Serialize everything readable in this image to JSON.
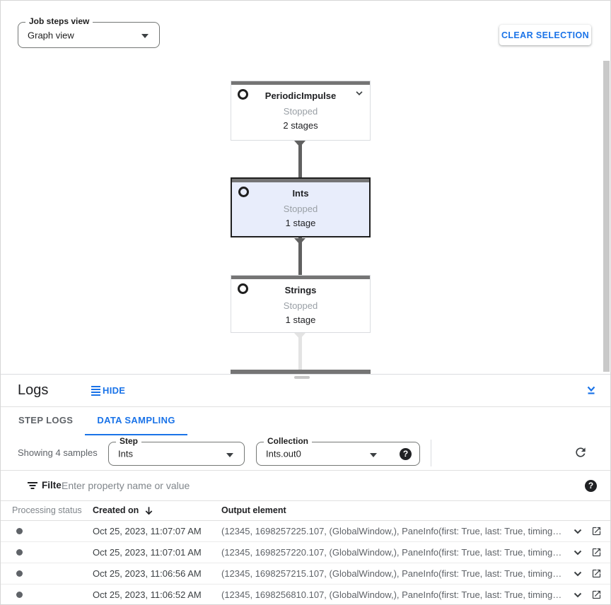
{
  "colors": {
    "accent_blue": "#1a73e8",
    "node_topbar_gray": "#757575",
    "node_selected_bg": "#e8edfb",
    "edge_dark": "#616161",
    "edge_light": "#e3e3e3",
    "status_dot_gray": "#5f6368"
  },
  "icons": {
    "dropdown-arrow": "▾",
    "transform-ring": "◎",
    "node-expand-chevron": "⌄",
    "hide-lines": "≡",
    "collapse-panel": "⌄_",
    "help": "?",
    "refresh": "⟳",
    "filter": "≡",
    "sort-descending": "↓",
    "row-expand-chevron": "⌄",
    "open-in-new": "↗",
    "status-dot": "●"
  },
  "toolbar": {
    "job_steps_view": {
      "label": "Job steps view",
      "value": "Graph view"
    },
    "clear_selection_label": "CLEAR SELECTION"
  },
  "graph": {
    "nodes": [
      {
        "title": "PeriodicImpulse",
        "status": "Stopped",
        "stages": "2 stages",
        "selected": false,
        "expand_icon": true
      },
      {
        "title": "Ints",
        "status": "Stopped",
        "stages": "1 stage",
        "selected": true,
        "expand_icon": false
      },
      {
        "title": "Strings",
        "status": "Stopped",
        "stages": "1 stage",
        "selected": false,
        "expand_icon": false
      }
    ]
  },
  "logs": {
    "title": "Logs",
    "hide_label": "HIDE",
    "tabs": [
      {
        "label": "STEP LOGS",
        "active": false
      },
      {
        "label": "DATA SAMPLING",
        "active": true
      }
    ],
    "summary": "Showing 4 samples",
    "step_select": {
      "label": "Step",
      "value": "Ints"
    },
    "collection_select": {
      "label": "Collection",
      "value": "Ints.out0"
    },
    "filter": {
      "label": "Filter",
      "placeholder": "Enter property name or value"
    },
    "table": {
      "columns": [
        "Processing status",
        "Created on",
        "Output element"
      ],
      "rows": [
        {
          "created_on": "Oct 25, 2023, 11:07:07 AM",
          "output_element": "(12345, 1698257225.107, (GlobalWindow,), PaneInfo(first: True, last: True, timing…"
        },
        {
          "created_on": "Oct 25, 2023, 11:07:01 AM",
          "output_element": "(12345, 1698257220.107, (GlobalWindow,), PaneInfo(first: True, last: True, timing…"
        },
        {
          "created_on": "Oct 25, 2023, 11:06:56 AM",
          "output_element": "(12345, 1698257215.107, (GlobalWindow,), PaneInfo(first: True, last: True, timing…"
        },
        {
          "created_on": "Oct 25, 2023, 11:06:52 AM",
          "output_element": "(12345, 1698256810.107, (GlobalWindow,), PaneInfo(first: True, last: True, timing…"
        }
      ]
    }
  }
}
